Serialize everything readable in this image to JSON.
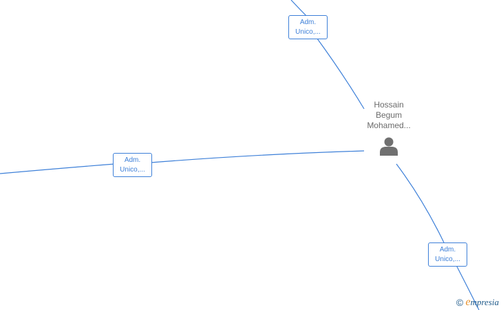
{
  "person": {
    "name_line1": "Hossain",
    "name_line2": "Begum",
    "name_line3": "Mohamed..."
  },
  "relations": [
    {
      "line1": "Adm.",
      "line2": "Unico,..."
    },
    {
      "line1": "Adm.",
      "line2": "Unico,..."
    },
    {
      "line1": "Adm.",
      "line2": "Unico,..."
    }
  ],
  "watermark": {
    "copyright_symbol": "©",
    "brand_initial": "e",
    "brand_rest": "mpresia"
  },
  "colors": {
    "edge": "#3c7fd8",
    "person_icon": "#707070",
    "name_text": "#6b6b6b",
    "brand_orange": "#e8902a",
    "brand_blue": "#1f5a8a"
  }
}
